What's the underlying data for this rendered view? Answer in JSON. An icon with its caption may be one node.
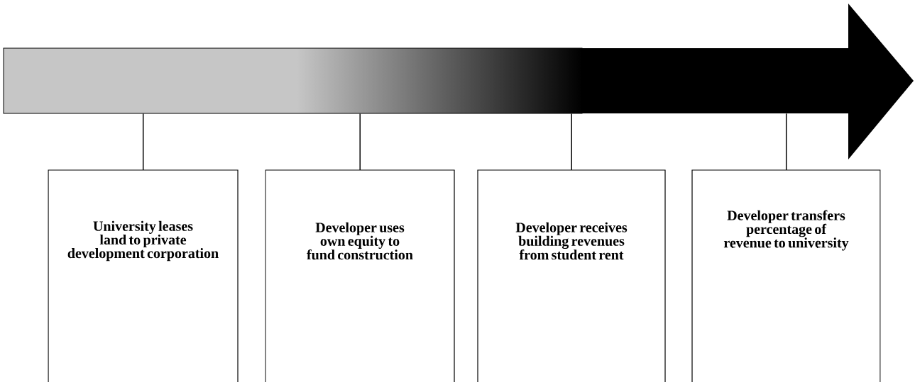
{
  "diagram": {
    "nodes": [
      {
        "text": [],
        "shape": "arrow"
      },
      {
        "text": [
          "University leases land to private development corporation"
        ]
      },
      {
        "text": [
          "Developer uses own equity to fund construction"
        ]
      },
      {
        "text": [
          "Developer receives building revenues from student rent"
        ]
      },
      {
        "text": [
          "Developer transfers percentage of revenue to university"
        ]
      }
    ],
    "edges": [
      {
        "from": 1,
        "to": 0,
        "arrow": "none"
      },
      {
        "from": 2,
        "to": 0,
        "arrow": "none"
      },
      {
        "from": 3,
        "to": 0,
        "arrow": "none"
      },
      {
        "from": 4,
        "to": 0,
        "arrow": "none"
      }
    ]
  }
}
